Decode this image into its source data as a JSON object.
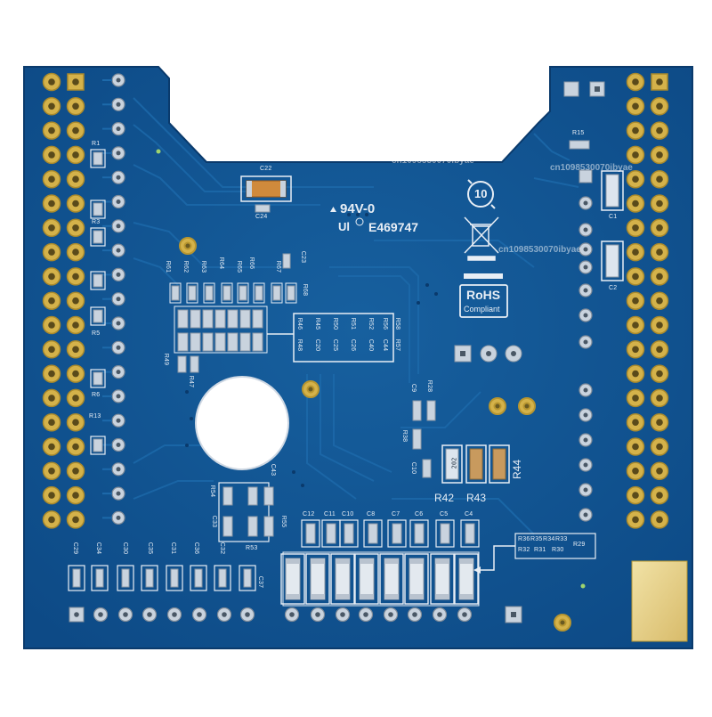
{
  "watermarks": {
    "w1": "cn1098530070ibyae",
    "w2": "cn1098530070ibyae",
    "w3": "cn1098530070ibyae",
    "w4": "cn1098530070ibyae",
    "w5": "cn1098530070ibyae",
    "w6": "cn1098530070ibyae"
  },
  "markings": {
    "flammability": "94V-0",
    "ul_file": "E469747",
    "rohs": "RoHS",
    "rohs_sub": "Compliant",
    "recycle_years": "10"
  },
  "labels": {
    "r1": "R1",
    "r3": "R3",
    "r5": "R5",
    "r6": "R6",
    "r13": "R13",
    "r15": "R15",
    "c1": "C1",
    "c2": "C2",
    "c22": "C22",
    "c24": "C24",
    "c23": "C23",
    "r42": "R42",
    "r43": "R43",
    "r44": "R44",
    "r47": "R47",
    "r49": "R49",
    "r53": "R53",
    "r54": "R54",
    "r55": "R55",
    "c33": "C33",
    "c43": "C43",
    "c9": "C9",
    "c10": "C10",
    "r28": "R28",
    "r38": "R38",
    "c12": "C12",
    "c11": "C11",
    "c10b": "C10",
    "c8": "C8",
    "c7": "C7",
    "c6": "C6",
    "c5": "C5",
    "c4": "C4",
    "c29": "C29",
    "c34": "C34",
    "c30": "C30",
    "c35": "C35",
    "c31": "C31",
    "c36": "C36",
    "c32": "C32",
    "c37": "C37",
    "r61": "R61",
    "r62": "R62",
    "r63": "R63",
    "r64": "R64",
    "r65": "R65",
    "r66": "R66",
    "r67": "R67",
    "r68": "R68",
    "r46": "R46",
    "r48": "R48",
    "r45": "R45",
    "r50": "R50",
    "r51": "R51",
    "r52": "R52",
    "r56": "R56",
    "r57": "R57",
    "r58": "R58",
    "c20": "C20",
    "c25": "C25",
    "c26": "C26",
    "c40": "C40",
    "c44": "C44",
    "r29": "R29",
    "r30": "R30",
    "r31": "R31",
    "r32": "R32",
    "r33": "R33",
    "r34": "R34",
    "r35": "R35",
    "r36": "R36",
    "part_code": "202"
  },
  "colors": {
    "board": "#0f4e8e",
    "board_edge": "#0b4076",
    "copper_pad": "#d4b24a",
    "silkscreen": "#e8eef5",
    "gold_plate": "#e6cf86"
  }
}
